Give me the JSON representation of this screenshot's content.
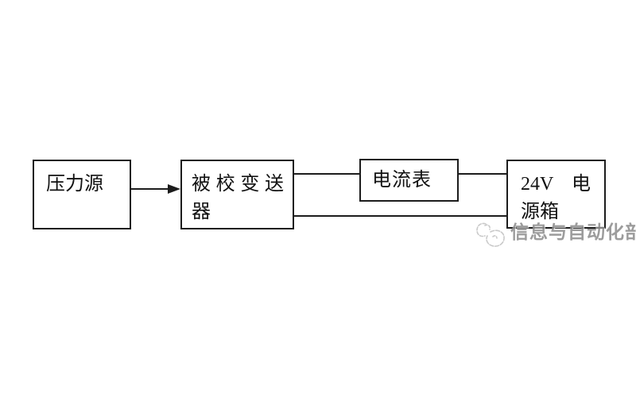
{
  "page": {
    "background": "#ffffff"
  },
  "diagram": {
    "type": "block-diagram",
    "description": "Pressure transmitter calibration wiring diagram",
    "boxes": [
      {
        "id": "pressure-source",
        "label": "压力源"
      },
      {
        "id": "transmitter-under-test",
        "line1_chars": [
          "被",
          "校",
          "变",
          "送"
        ],
        "line2": "器",
        "full_label": "被校变送器"
      },
      {
        "id": "ammeter",
        "label": "电流表"
      },
      {
        "id": "power-box",
        "line1_left": "24V",
        "line1_right": "电",
        "line2": "源箱",
        "full_label": "24V 电源箱"
      }
    ],
    "connections": [
      {
        "from": "pressure-source",
        "to": "transmitter-under-test",
        "style": "arrow"
      },
      {
        "from": "transmitter-under-test",
        "to": "ammeter",
        "style": "line-top"
      },
      {
        "from": "ammeter",
        "to": "power-box",
        "style": "line-top"
      },
      {
        "from": "transmitter-under-test",
        "to": "power-box",
        "style": "line-bottom"
      }
    ],
    "colors": {
      "stroke": "#1c1c1c",
      "box_text": "#111111",
      "watermark_text": "#8f8f8f",
      "watermark_icon": "#c4c4c4"
    }
  },
  "watermark": {
    "text": "信息与自动化部"
  }
}
